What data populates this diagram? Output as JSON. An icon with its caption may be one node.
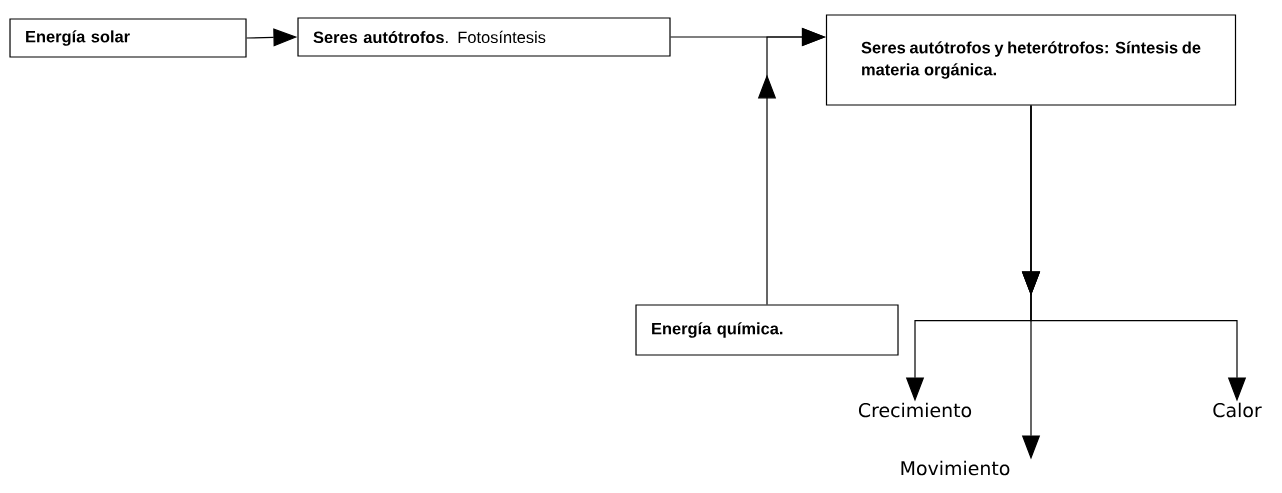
{
  "diagram": {
    "nodes": [
      {
        "text": [
          "Energía solar"
        ]
      },
      {
        "text": [
          "**Seres autótrofos**. Fotosíntesis"
        ]
      },
      {
        "text": [
          "Seres autótrofos y heterótrofos: Síntesis de materia orgánica."
        ]
      },
      {
        "text": [
          "Energía química."
        ]
      },
      {
        "text": [
          "Crecimiento"
        ]
      },
      {
        "text": [
          "Movimiento"
        ]
      },
      {
        "text": [
          "Calor"
        ]
      }
    ],
    "edges": [
      {
        "from": 0,
        "to": 1,
        "arrow": "to"
      },
      {
        "from": 1,
        "to": 2,
        "arrow": "to"
      },
      {
        "from": 3,
        "to": 2,
        "arrow": "to"
      },
      {
        "from": 2,
        "to": 4,
        "arrow": "to"
      },
      {
        "from": 2,
        "to": 5,
        "arrow": "to"
      },
      {
        "from": 2,
        "to": 6,
        "arrow": "to"
      }
    ]
  }
}
